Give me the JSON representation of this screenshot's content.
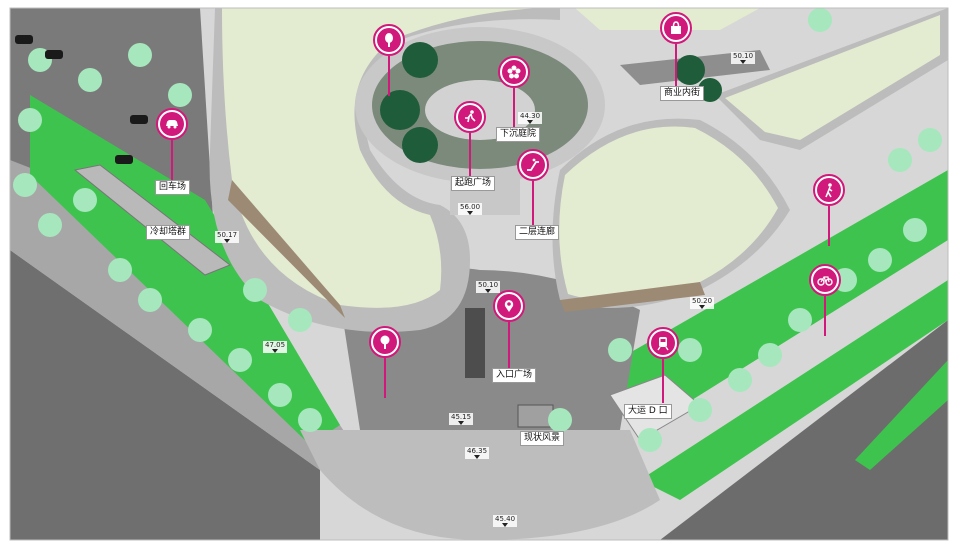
{
  "colors": {
    "accent": "#d0197a",
    "roof": "#e3ecd1",
    "green": "#3cc24c",
    "tree": "#9fe0b3",
    "dark_tree": "#1f5d3a",
    "road": "#6e6e6e",
    "plaza": "#c9c9c9"
  },
  "labels": {
    "return_lot": "回车场",
    "cooling_towers": "冷却塔群",
    "sunken_garden": "下沉庭院",
    "starting_plaza": "起跑广场",
    "second_corridor": "二层连廊",
    "commercial_street": "商业内街",
    "entrance_plaza": "入口广场",
    "current_scenery": "现状风景",
    "metro_exit": "大运 D 口"
  },
  "elevations": {
    "e1": "50.10",
    "e2": "44.30",
    "e3": "56.00",
    "e4": "50.17",
    "e5": "50.10",
    "e6": "50.20",
    "e7": "47.05",
    "e8": "45.15",
    "e9": "46.35",
    "e10": "45.40"
  },
  "icons": {
    "return_lot": "car-icon",
    "trees": "tree-icon",
    "flower": "flower-icon",
    "runner": "runner-icon",
    "escalator": "escalator-icon",
    "shopping": "shopping-bag-icon",
    "location": "location-pin-icon",
    "park": "park-tree-icon",
    "metro": "metro-train-icon",
    "pedestrian": "pedestrian-icon",
    "bicycle": "bicycle-icon"
  }
}
